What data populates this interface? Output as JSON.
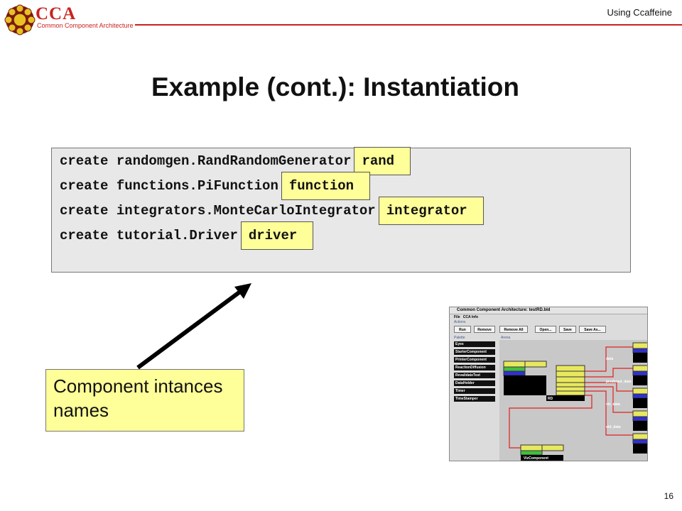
{
  "header": {
    "logo_text": "CCA",
    "logo_subtitle": "Common Component Architecture",
    "section": "Using Ccaffeine",
    "accent_color": "#c8231f"
  },
  "slide": {
    "title": "Example (cont.): Instantiation",
    "page_number": "16"
  },
  "code": {
    "lines": [
      {
        "prefix": "create randomgen.RandRandomGenerator",
        "name": "rand"
      },
      {
        "prefix": "create functions.PiFunction",
        "name": "function"
      },
      {
        "prefix": "create integrators.MonteCarloIntegrator",
        "name": "integrator"
      },
      {
        "prefix": "create tutorial.Driver",
        "name": "driver"
      }
    ]
  },
  "callout": {
    "text": "Component intances names"
  },
  "screenshot": {
    "window_title": "Common Component Architecture: testRD.bld",
    "menu": [
      "File",
      "CCA Info"
    ],
    "actions_label": "Actions",
    "buttons": [
      "Run",
      "Remove",
      "Remove All",
      "Open...",
      "Save",
      "Save As..."
    ],
    "palette_label": "Palette",
    "arena_label": "Arena",
    "palette_items": [
      "Eyes",
      "StarterComponent",
      "PrinterComponent",
      "ReactionDiffusion",
      "RevalidateTest",
      "DataHolder",
      "Timer",
      "TimeStamper"
    ],
    "components": [
      "RD",
      "VizComponent",
      "data",
      "predicted_data",
      "viz_data",
      "old_data"
    ]
  }
}
